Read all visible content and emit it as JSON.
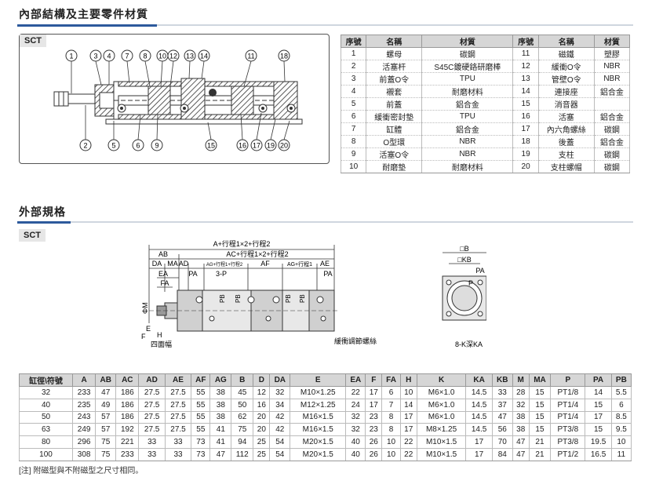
{
  "sections": {
    "internal_title": "內部結構及主要零件材質",
    "external_title": "外部規格",
    "model_tag": "SCT"
  },
  "colors": {
    "accent": "#2d5a9c",
    "header_bg": "#d6d6d6",
    "hatch": "#333333"
  },
  "structure_callouts_top": [
    "1",
    "3",
    "4",
    "7",
    "8",
    "10",
    "12",
    "13",
    "14",
    "11",
    "18"
  ],
  "structure_callouts_bottom": [
    "2",
    "5",
    "6",
    "9",
    "15",
    "16",
    "17",
    "19",
    "20"
  ],
  "parts_table": {
    "headers": [
      "序號",
      "名稱",
      "材質",
      "序號",
      "名稱",
      "材質"
    ],
    "rows": [
      [
        "1",
        "螺母",
        "碳鋼",
        "11",
        "磁鐵",
        "塑膠"
      ],
      [
        "2",
        "活塞杆",
        "S45C鍍硬鉻研磨棒",
        "12",
        "緩衝O令",
        "NBR"
      ],
      [
        "3",
        "前蓋O令",
        "TPU",
        "13",
        "管壁O令",
        "NBR"
      ],
      [
        "4",
        "襯套",
        "耐磨材料",
        "14",
        "連接座",
        "鋁合金"
      ],
      [
        "5",
        "前蓋",
        "鋁合金",
        "15",
        "消音器",
        ""
      ],
      [
        "6",
        "緩衝密封墊",
        "TPU",
        "16",
        "活塞",
        "鋁合金"
      ],
      [
        "7",
        "缸體",
        "鋁合金",
        "17",
        "內六角螺絲",
        "碳鋼"
      ],
      [
        "8",
        "O型環",
        "NBR",
        "18",
        "後蓋",
        "鋁合金"
      ],
      [
        "9",
        "活塞O令",
        "NBR",
        "19",
        "支柱",
        "碳鋼"
      ],
      [
        "10",
        "耐磨墊",
        "耐磨材料",
        "20",
        "支柱螺帽",
        "碳鋼"
      ]
    ]
  },
  "outline_labels": {
    "a_total": "A+行程1×2+行程2",
    "ac": "AC+行程1×2+行程2",
    "ab": "AB",
    "da": "DA",
    "ma": "MA",
    "ad": "AD",
    "ag_left": "AG+行程1+行程2",
    "af": "AF",
    "ag_right": "AG+行程1",
    "ae": "AE",
    "ea": "EA",
    "pa": "PA",
    "port": "3-P",
    "fa": "FA",
    "phi_m": "ΦM",
    "e": "E",
    "f": "F",
    "h": "H",
    "pb": "PB",
    "square_note": "四面幅",
    "screw_note": "緩衝調節螺絲",
    "end_b": "□B",
    "end_kb": "□KB",
    "end_pa": "PA",
    "end_p": "P",
    "end_thread": "8-K深KA"
  },
  "dims_table": {
    "headers": [
      "缸徑\\符號",
      "A",
      "AB",
      "AC",
      "AD",
      "AE",
      "AF",
      "AG",
      "B",
      "D",
      "DA",
      "E",
      "EA",
      "F",
      "FA",
      "H",
      "K",
      "KA",
      "KB",
      "M",
      "MA",
      "P",
      "PA",
      "PB"
    ],
    "rows": [
      [
        "32",
        "233",
        "47",
        "186",
        "27.5",
        "27.5",
        "55",
        "38",
        "45",
        "12",
        "32",
        "M10×1.25",
        "22",
        "17",
        "6",
        "10",
        "M6×1.0",
        "14.5",
        "33",
        "28",
        "15",
        "PT1/8",
        "14",
        "5.5"
      ],
      [
        "40",
        "235",
        "49",
        "186",
        "27.5",
        "27.5",
        "55",
        "38",
        "50",
        "16",
        "34",
        "M12×1.25",
        "24",
        "17",
        "7",
        "14",
        "M6×1.0",
        "14.5",
        "37",
        "32",
        "15",
        "PT1/4",
        "15",
        "6"
      ],
      [
        "50",
        "243",
        "57",
        "186",
        "27.5",
        "27.5",
        "55",
        "38",
        "62",
        "20",
        "42",
        "M16×1.5",
        "32",
        "23",
        "8",
        "17",
        "M6×1.0",
        "14.5",
        "47",
        "38",
        "15",
        "PT1/4",
        "17",
        "8.5"
      ],
      [
        "63",
        "249",
        "57",
        "192",
        "27.5",
        "27.5",
        "55",
        "41",
        "75",
        "20",
        "42",
        "M16×1.5",
        "32",
        "23",
        "8",
        "17",
        "M8×1.25",
        "14.5",
        "56",
        "38",
        "15",
        "PT3/8",
        "15",
        "9.5"
      ],
      [
        "80",
        "296",
        "75",
        "221",
        "33",
        "33",
        "73",
        "41",
        "94",
        "25",
        "54",
        "M20×1.5",
        "40",
        "26",
        "10",
        "22",
        "M10×1.5",
        "17",
        "70",
        "47",
        "21",
        "PT3/8",
        "19.5",
        "10"
      ],
      [
        "100",
        "308",
        "75",
        "233",
        "33",
        "33",
        "73",
        "47",
        "112",
        "25",
        "54",
        "M20×1.5",
        "40",
        "26",
        "10",
        "22",
        "M10×1.5",
        "17",
        "84",
        "47",
        "21",
        "PT1/2",
        "16.5",
        "11"
      ]
    ]
  },
  "note": "[注] 附磁型與不附磁型之尺寸相同。"
}
